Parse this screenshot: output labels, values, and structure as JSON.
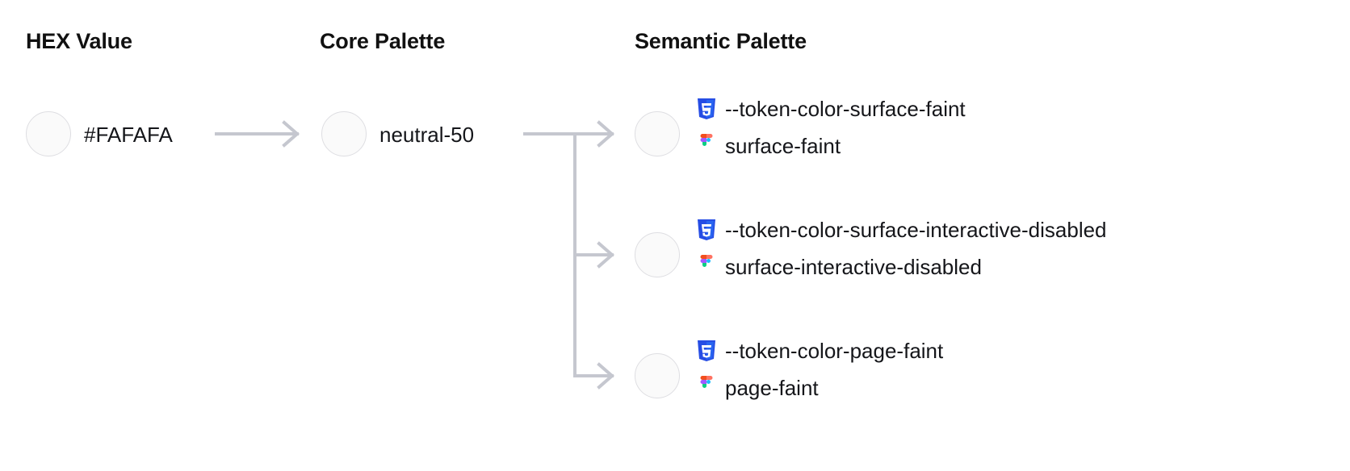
{
  "columns": {
    "hex_heading": "HEX Value",
    "core_heading": "Core Palette",
    "semantic_heading": "Semantic Palette"
  },
  "hex": {
    "value": "#FAFAFA",
    "swatch_color": "#FAFAFA"
  },
  "core": {
    "value": "neutral-50",
    "swatch_color": "#FAFAFA"
  },
  "semantic": {
    "rows": [
      {
        "css_variable": "--token-color-surface-faint",
        "figma_token": "surface-faint",
        "swatch_color": "#FAFAFA"
      },
      {
        "css_variable": "--token-color-surface-interactive-disabled",
        "figma_token": "surface-interactive-disabled",
        "swatch_color": "#FAFAFA"
      },
      {
        "css_variable": "--token-color-page-faint",
        "figma_token": "page-faint",
        "swatch_color": "#FAFAFA"
      }
    ]
  },
  "icons": {
    "css": "css3-shield-icon",
    "figma": "figma-logo-icon",
    "arrow": "arrow-right-icon"
  },
  "colors": {
    "connector": "#C5C7CF",
    "swatch_border": "#DEDEE2",
    "text": "#15161A",
    "css_blue": "#264DE4",
    "figma_red": "#F24E1E",
    "figma_orange": "#FF7262",
    "figma_purple": "#A259FF",
    "figma_blue": "#1ABCFE",
    "figma_green": "#0ACF83"
  }
}
